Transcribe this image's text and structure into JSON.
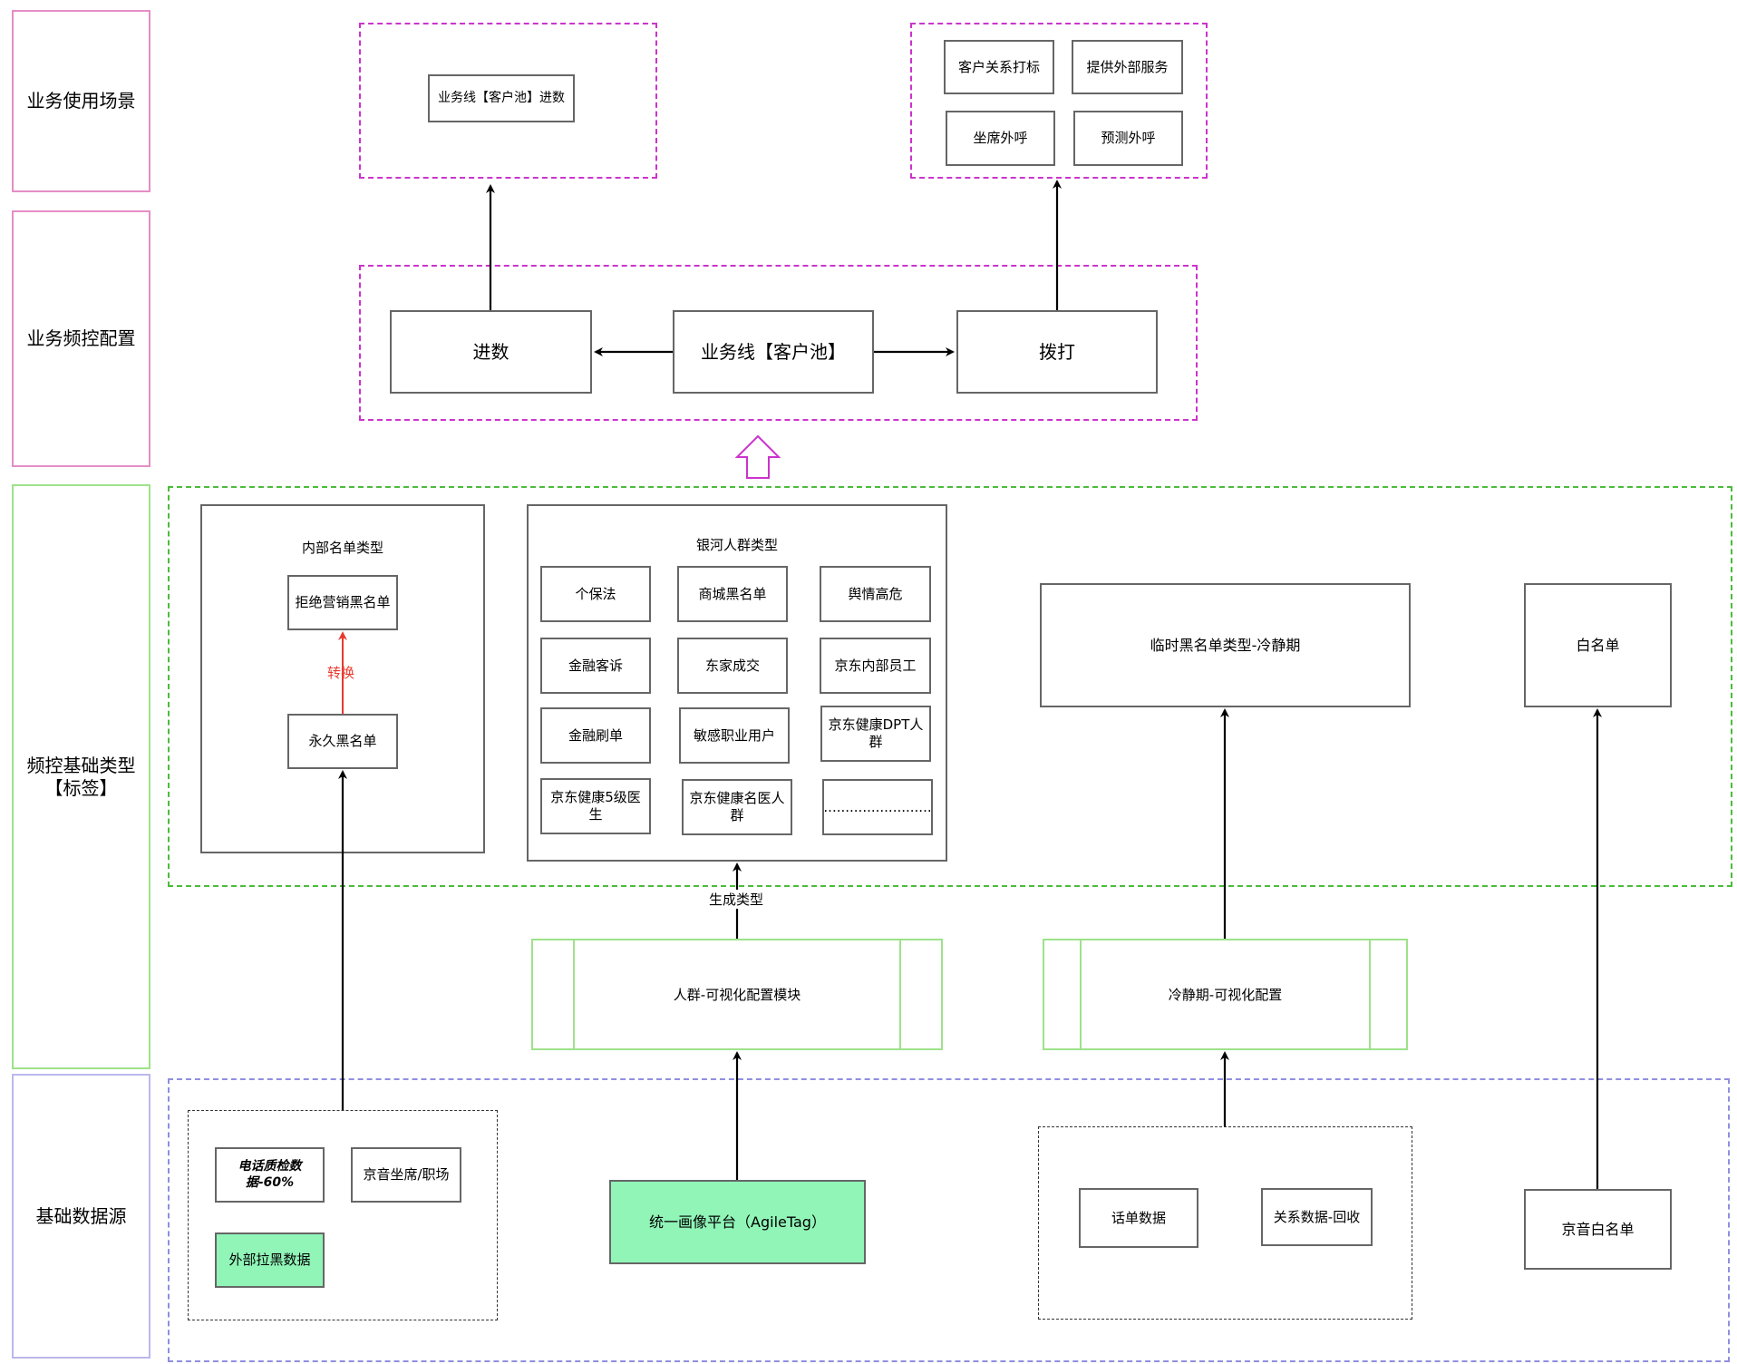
{
  "lanes": {
    "scene": "业务使用场景",
    "config": "业务频控配置",
    "basic_type": "频控基础类型\n【标签】",
    "data_source": "基础数据源"
  },
  "scene": {
    "left_box": "业务线【客户池】进数",
    "right_boxes": [
      "客户关系打标",
      "提供外部服务",
      "坐席外呼",
      "预测外呼"
    ]
  },
  "config": {
    "in": "进数",
    "center": "业务线【客户池】",
    "dial": "拨打"
  },
  "internal": {
    "title": "内部名单类型",
    "reject": "拒绝营销黑名单",
    "convert_label": "转换",
    "permanent": "永久黑名单"
  },
  "galaxy": {
    "title": "银河人群类型",
    "cells": [
      "个保法",
      "商城黑名单",
      "舆情高危",
      "金融客诉",
      "东家成交",
      "京东内部员工",
      "金融刷单",
      "敏感职业用户",
      "京东健康DPT人群",
      "京东健康5级医生",
      "京东健康名医人群",
      "........................."
    ]
  },
  "temp_blacklist": "临时黑名单类型-冷静期",
  "whitelist": "白名单",
  "generate_label": "生成类型",
  "crowd_module": "人群-可视化配置模块",
  "cooling_module": "冷静期-可视化配置",
  "sources": {
    "phone_quality": "电话质检数据-60%",
    "jingyin_seat": "京音坐席/职场",
    "external_black": "外部拉黑数据",
    "agiletag": "统一画像平台（AgileTag）",
    "call_records": "话单数据",
    "relation_data": "关系数据-回收",
    "jingyin_white": "京音白名单"
  },
  "colors": {
    "lane_pink": "#e58ec6",
    "lane_green": "#9ee28a",
    "lane_purple": "#bbb8ee",
    "dashed_magenta": "#cc33cc",
    "dashed_green": "#4cbb3c",
    "source_fill": "#90f5b7",
    "convert_red": "#e8392e"
  }
}
